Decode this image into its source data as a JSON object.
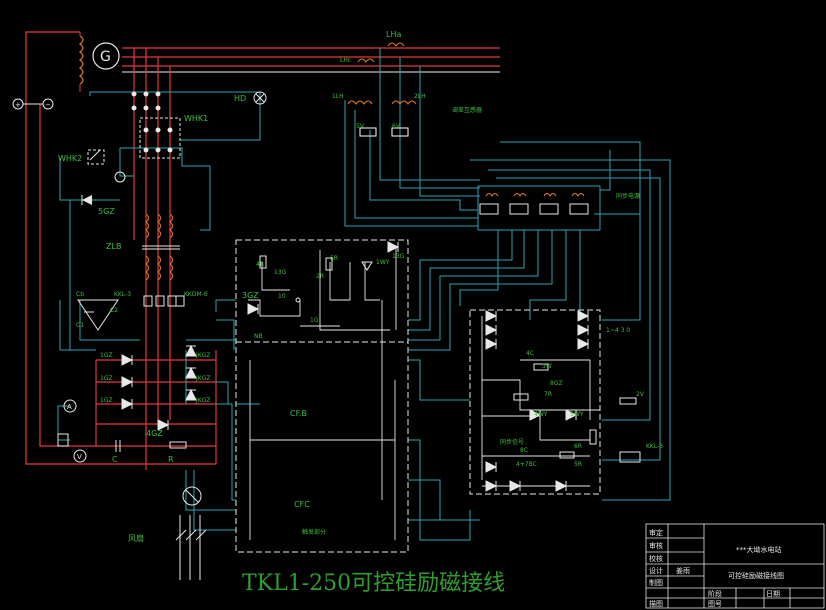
{
  "drawing_title": "TKL1-250可控硅励磁接线",
  "components": {
    "generator": "G",
    "dc_plus": "+",
    "dc_minus": "−",
    "whk1": "WHK1",
    "whk2": "WHK2",
    "hd": "HD",
    "sgz5": "5GZ",
    "zlb": "ZLB",
    "lhc": "LHc",
    "lha": "LHa",
    "lh1": "1LH",
    "lh2": "2LH",
    "lh_note": "调差互感器",
    "tb_note": "同步电源",
    "sv5": "5V",
    "sv6": "6V",
    "c1": "C1",
    "c2": "C2",
    "cb": "Cb",
    "kkl3": "KKL-3",
    "kkdm6": "KKDM-6",
    "gz1": "1GZ",
    "gz4": "4GZ",
    "jkgz": "JKGZ",
    "c_label": "C",
    "r_label": "R",
    "a_meter": "A",
    "v_meter": "V",
    "fan": "风扇",
    "cfb": "CF.B",
    "cfc": "CFC",
    "cfc_note": "触发部分",
    "sgz3": "3GZ",
    "nb": "NB",
    "r4": "4R",
    "g13": "13G",
    "zr": "2R",
    "c10": "10",
    "q1": "1G",
    "r5": "5R",
    "dw1": "1WY",
    "g13b": "13G",
    "w3": "3W",
    "c4": "4C",
    "r6": "6R",
    "c8": "8C",
    "r5b": "5R",
    "rd": "7R",
    "dw4": "4WY",
    "dw5": "5WY",
    "r2v": "2V",
    "kkl3b": "KKL-3",
    "bgz": "8GZ",
    "sb_note": "同步信号",
    "c4b": "4+7BC",
    "side_note": "1~4 3 0"
  },
  "title_block": {
    "rows": [
      {
        "left": "审定",
        "mid": "",
        "right": ""
      },
      {
        "left": "审核",
        "mid": "",
        "right": ""
      },
      {
        "left": "校核",
        "mid": "",
        "right": ""
      },
      {
        "left": "设计",
        "mid": "姜雨",
        "right": ""
      },
      {
        "left": "制图",
        "mid": "",
        "right": ""
      },
      {
        "left": "描图",
        "mid": "",
        "right": ""
      }
    ],
    "station": "***大坳水电站",
    "drawing_name": "可控硅励磁接线图",
    "stage_label": "阶段",
    "date_label": "日期",
    "drawing_no_label": "图号"
  }
}
